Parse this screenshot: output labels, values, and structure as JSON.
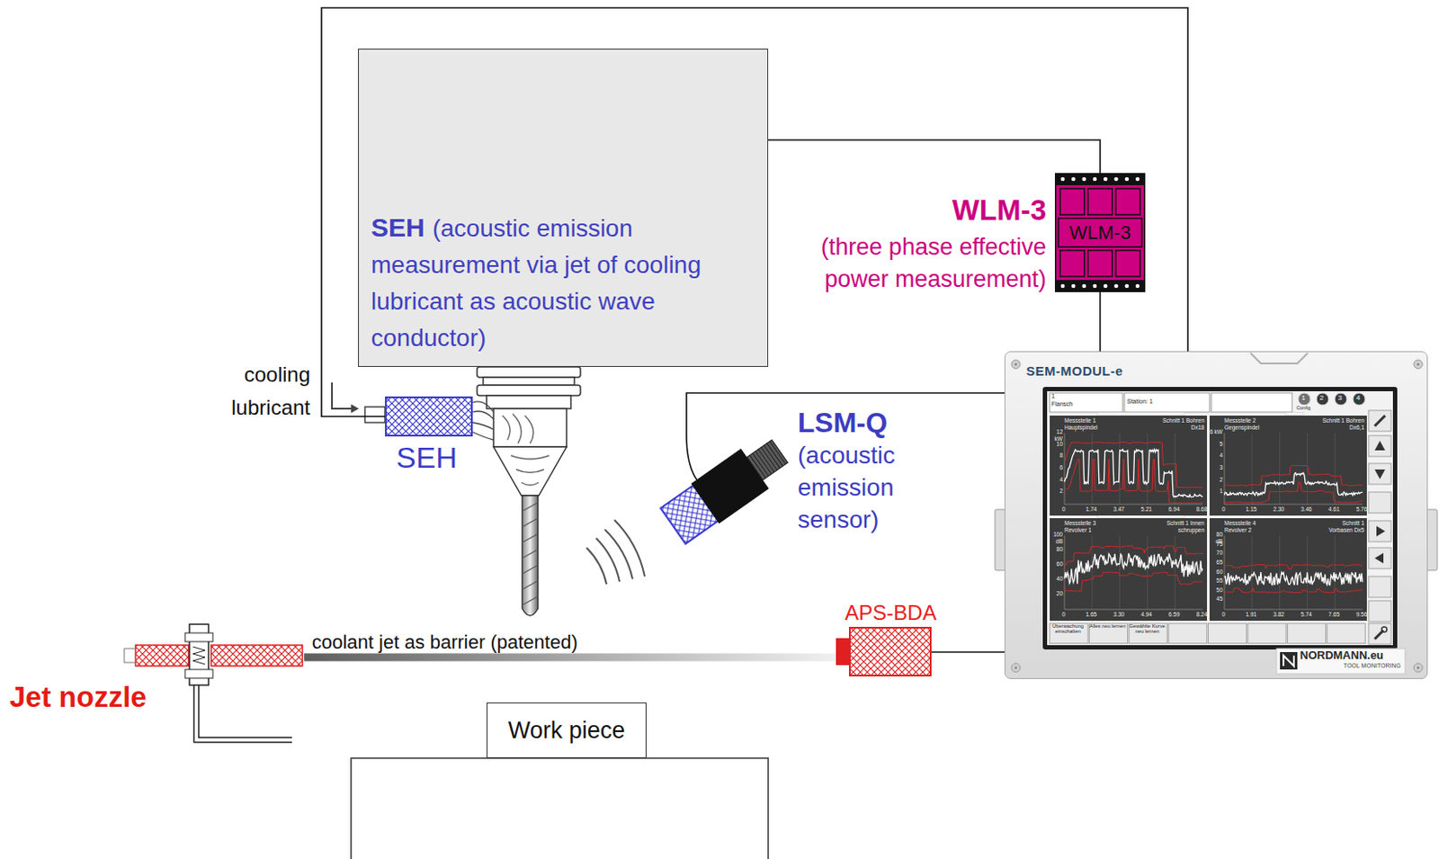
{
  "diagram": {
    "nodes": [
      {
        "text": [
          "SEH",
          "(acoustic emission measurement via jet of cooling lubricant as acoustic wave conductor)"
        ]
      },
      {
        "text": [
          "WLM-3",
          "(three phase effective power measurement)",
          "WLM-3"
        ]
      },
      {
        "text": [
          "SEM-MODUL-e"
        ]
      },
      {
        "text": [
          "SEH"
        ]
      },
      {
        "text": [
          "LSM-Q",
          "(acoustic emission sensor)"
        ]
      },
      {
        "text": [
          "Jet nozzle"
        ]
      },
      {
        "text": [
          "APS-BDA"
        ]
      },
      {
        "text": [
          "Work piece"
        ]
      }
    ],
    "edges": [
      {
        "from": 3,
        "to": 2,
        "arrow": "none"
      },
      {
        "from": 0,
        "to": 1,
        "arrow": "none"
      },
      {
        "from": 1,
        "to": 2,
        "arrow": "none"
      },
      {
        "from": 4,
        "to": 2,
        "arrow": "none"
      },
      {
        "from": 5,
        "to": 6,
        "label": "coolant jet as barrier (patented)",
        "arrow": "none"
      },
      {
        "from": 6,
        "to": 2,
        "arrow": "none"
      }
    ],
    "labels": [
      "cooling lubricant",
      "1 Flansch",
      "Station: 1",
      "1",
      "2",
      "3",
      "4",
      "Config",
      "Messstelle 1 Hauptspindel",
      "Schnitt 1 Bohren Dx18",
      "12 kW",
      "10",
      "8",
      "6",
      "4",
      "2",
      "0",
      "1.74",
      "3.47",
      "5.21",
      "6.94",
      "8.68",
      "Messstelle 2 Gegenspindel",
      "Schnitt 1 Bohren Dx6,1",
      "6 kW",
      "5",
      "4",
      "3",
      "2",
      "1",
      "0",
      "1.15",
      "2.30",
      "3.46",
      "4.61",
      "5.76",
      "Messstelle 3 Revolver 1",
      "Schnitt 1 Innen schruppen",
      "100 dB",
      "80",
      "60",
      "40",
      "20",
      "0",
      "1.65",
      "3.30",
      "4.94",
      "6.59",
      "8.24",
      "Messstelle 4 Revolver 2",
      "Schnitt 1 Vorbasen Dx5",
      "80 dB",
      "75",
      "70",
      "65",
      "60",
      "55",
      "50",
      "45",
      "0",
      "1.91",
      "3.82",
      "5.74",
      "7.65",
      "9.56",
      "Überwachung einschalten",
      "Alles neu lernen",
      "Gewählte Kurve neu lernen",
      "NORDMANN.eu",
      "TOOL MONITORING"
    ]
  }
}
